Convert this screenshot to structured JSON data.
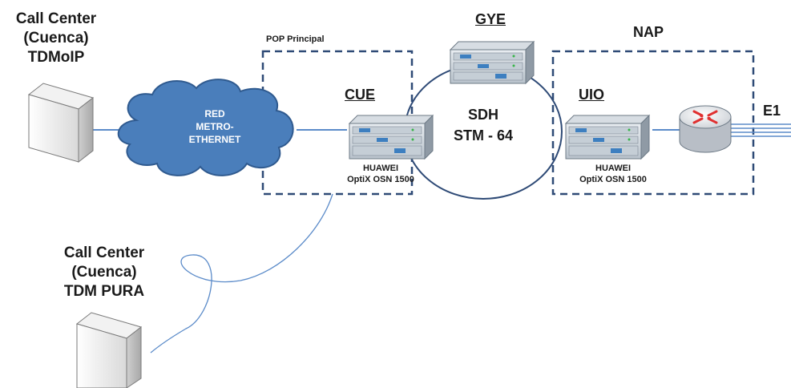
{
  "labels": {
    "cc1": [
      "Call Center",
      "(Cuenca)",
      "TDMoIP"
    ],
    "cc2": [
      "Call Center",
      "(Cuenca)",
      "TDM PURA"
    ],
    "pop": "POP Principal",
    "cloud": [
      "RED",
      "METRO-",
      "ETHERNET"
    ],
    "cue": "CUE",
    "gye": "GYE",
    "uio": "UIO",
    "nap": "NAP",
    "sdh": [
      "SDH",
      "STM - 64"
    ],
    "equip_cue": [
      "HUAWEI",
      "OptiX OSN 1500"
    ],
    "equip_uio": [
      "HUAWEI",
      "OptiX OSN 1500"
    ],
    "e1": "E1"
  },
  "colors": {
    "dashed_box": "#2e4a76",
    "cloud_fill": "#4a7ebb",
    "link_line": "#5b8bc9",
    "ring_line": "#2e4a76",
    "router_arrow": "#e03030"
  }
}
